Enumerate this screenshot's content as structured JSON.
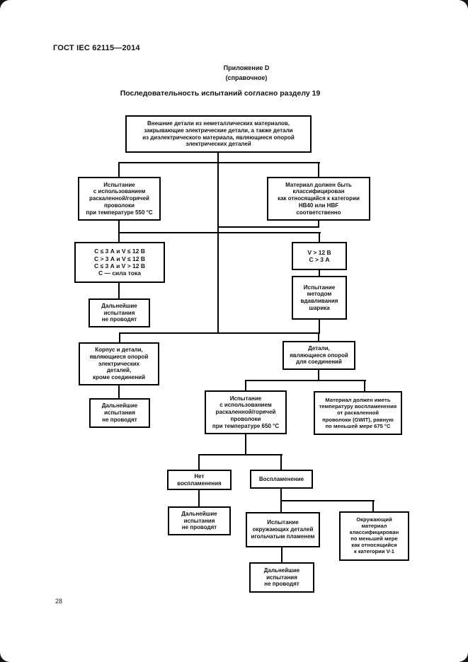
{
  "page": {
    "standard": "ГОСТ IEC 62115—2014",
    "annex": "Приложение D",
    "annex_note": "(справочное)",
    "title": "Последовательность испытаний согласно разделу 19",
    "page_number": "28"
  },
  "flowchart": {
    "nodes": {
      "top": {
        "text": "Внешние детали из неметаллических материалов,\nзакрывающие электрические детали, а также детали\nиз диэлектрического материала, являющиеся опорой\nэлектрических деталей"
      },
      "glow_wire_550": {
        "text": "Испытание\nс использованием\nраскаленной/горячей\nпроволоки\nпри температуре 550 °С"
      },
      "hb40": {
        "text": "Материал должен быть\nклассифицирован\nкак относящийся к категории\nHB40 или HBF\nсоответственно"
      },
      "conditions": {
        "text": "C ≤ 3 А и V ≤ 12 В\nC > 3 А и V ≤ 12 В\nC ≤ 3 А и V > 12 В\nС — сила тока"
      },
      "v12": {
        "text": "V > 12 В\nC > 3 А"
      },
      "no_further_1": {
        "text": "Дальнейшие\nиспытания\nне проводят"
      },
      "ball_pressure": {
        "text": "Испытание\nметодом\nвдавливания\nшарика"
      },
      "enclosure": {
        "text": "Корпус и детали,\nявляющиеся опорой\nэлектрических\nдеталей,\nкроме соединений"
      },
      "connections": {
        "text": "Детали,\nявляющиеся опорой\nдля соединений"
      },
      "no_further_2": {
        "text": "Дальнейшие\nиспытания\nне проводят"
      },
      "glow_wire_650": {
        "text": "Испытание\nс использованием\nраскаленной/горячей\nпроволоки\nпри температуре 650 °С"
      },
      "gwit": {
        "text": "Материал должен иметь\nтемпературу воспламенения\nот раскаленной\nпроволоки (GWIT), равную\nпо меньшей мере 675 °С"
      },
      "no_ignition": {
        "text": "Нет\nвоспламенения"
      },
      "ignition": {
        "text": "Воспламенение"
      },
      "no_further_3": {
        "text": "Дальнейшие\nиспытания\nне проводят"
      },
      "needle_flame": {
        "text": "Испытание\nокружающих деталей\nигольчатым пламенем"
      },
      "v1_class": {
        "text": "Окружающий\nматериал\nклассифицирован\nпо меньшей мере\nкак относящийся\nк категории V-1"
      },
      "no_further_4": {
        "text": "Дальнейшие\nиспытания\nне проводят"
      }
    }
  }
}
